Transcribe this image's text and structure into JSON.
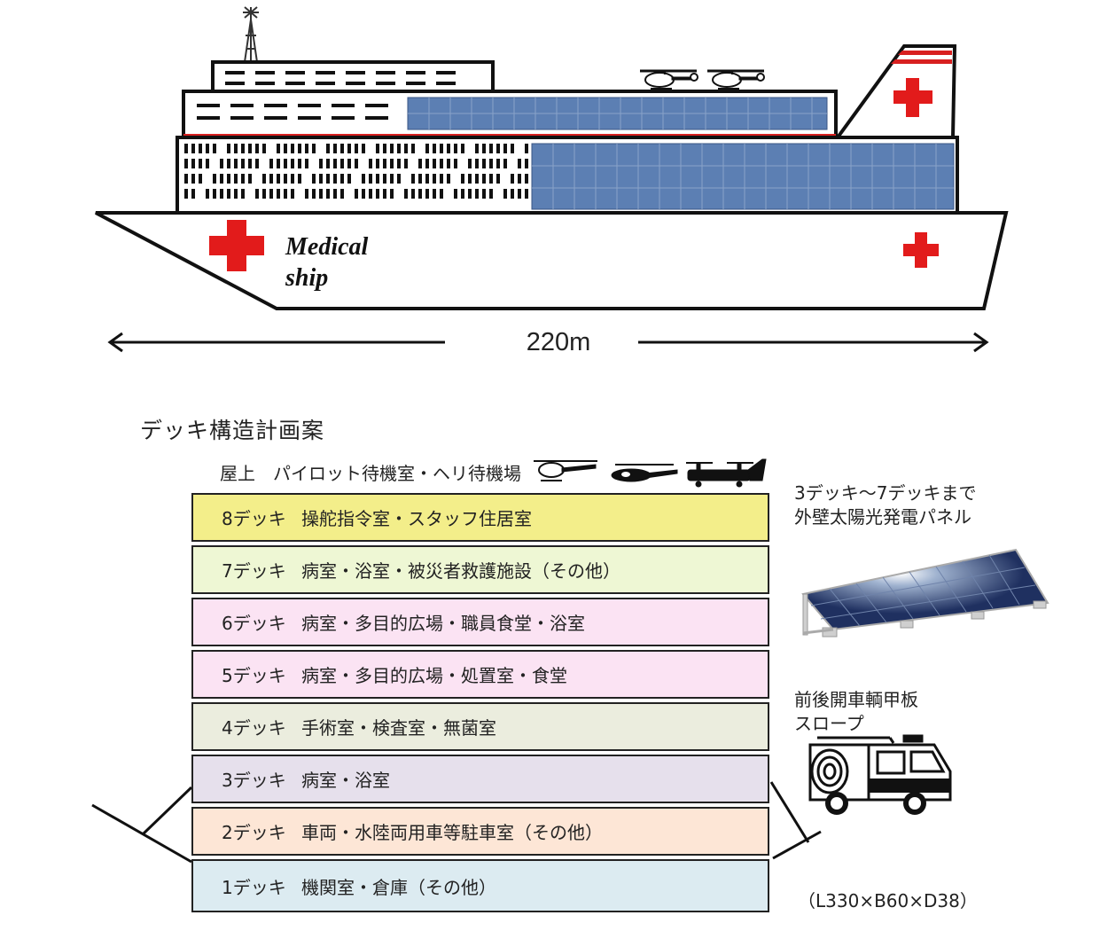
{
  "ship": {
    "label_line1": "Medical",
    "label_line2": "ship",
    "length": "220m",
    "colors": {
      "cross": "#e21b1b",
      "panel": "#4a6fa5",
      "stripe": "#d82020",
      "outline": "#111111"
    }
  },
  "section_title": "デッキ構造計画案",
  "rooftop": "屋上　パイロット待機室・ヘリ待機場",
  "decks": [
    {
      "num": "8デッキ",
      "rooms": "操舵指令室・スタッフ住居室",
      "color": "#f3ee8a"
    },
    {
      "num": "7デッキ",
      "rooms": "病室・浴室・被災者救護施設（その他）",
      "color": "#eef7d4"
    },
    {
      "num": "6デッキ",
      "rooms": "病室・多目的広場・職員食堂・浴室",
      "color": "#fbe3f3"
    },
    {
      "num": "5デッキ",
      "rooms": "病室・多目的広場・処置室・食堂",
      "color": "#fbe3f3"
    },
    {
      "num": "4デッキ",
      "rooms": "手術室・検査室・無菌室",
      "color": "#ebedde"
    },
    {
      "num": "3デッキ",
      "rooms": "病室・浴室",
      "color": "#e6e0ec"
    },
    {
      "num": "2デッキ",
      "rooms": "車両・水陸両用車等駐車室（その他）",
      "color": "#fde6d6"
    },
    {
      "num": "1デッキ",
      "rooms": "機関室・倉庫（その他）",
      "color": "#dcebf1"
    }
  ],
  "solar_note": {
    "line1": "3デッキ～7デッキまで",
    "line2": "外壁太陽光発電パネル"
  },
  "ramp_note": {
    "line1": "前後開車輌甲板",
    "line2": "スロープ"
  },
  "dimensions": "（L330×B60×D38）",
  "icons": [
    "helicopter-icon",
    "cross-icon",
    "solar-panel-icon",
    "fire-truck-icon",
    "osprey-icon"
  ]
}
